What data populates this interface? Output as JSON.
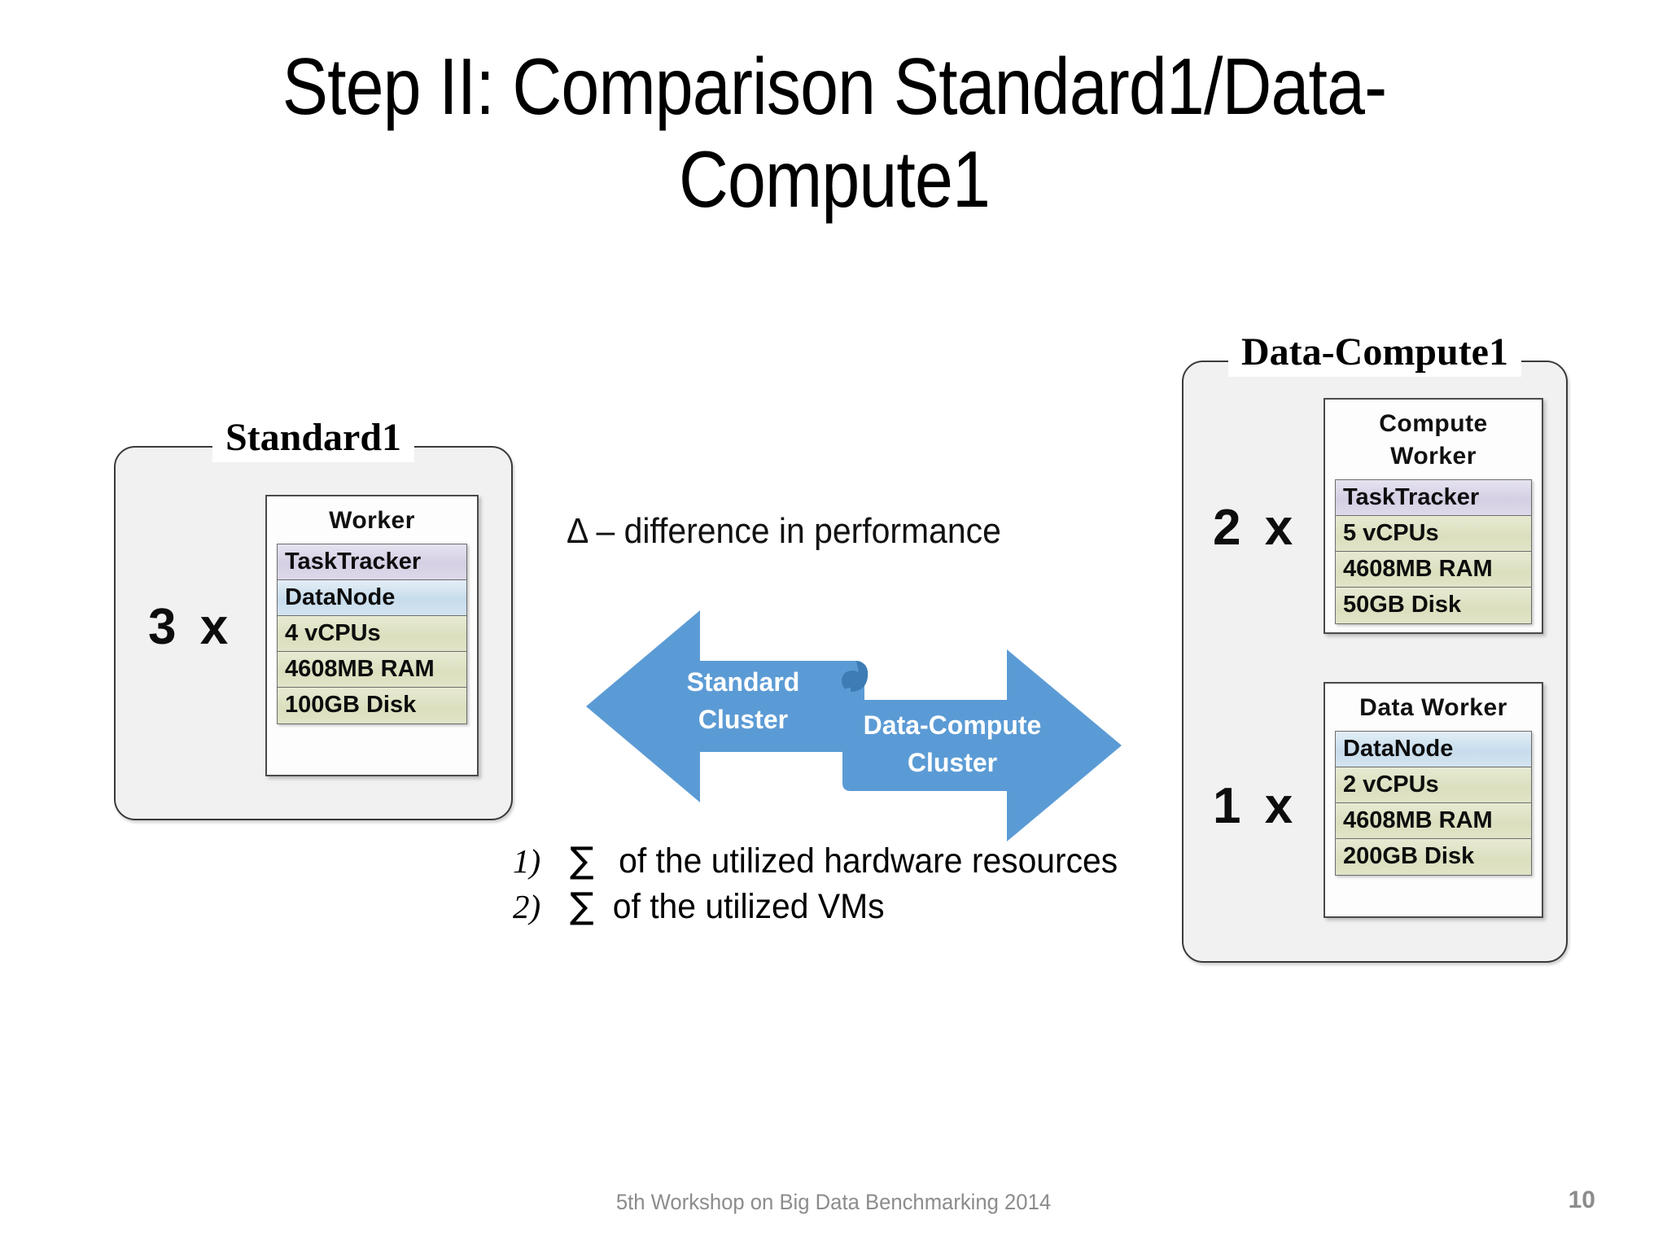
{
  "slide": {
    "title": "Step II: Comparison Standard1/Data-\nCompute1",
    "accent_blue": "#5b9bd5",
    "panel_bg": "#f1f1f1",
    "tasktracker_color": "#d5cfe4",
    "datanode_color": "#c7dcec",
    "hardware_color": "#dbdfbe"
  },
  "left_group": {
    "label": "Standard1",
    "multiplier": "3 x",
    "worker": {
      "title": "Worker",
      "rows": [
        {
          "label": "TaskTracker",
          "kind": "tasktracker"
        },
        {
          "label": "DataNode",
          "kind": "datanode"
        },
        {
          "label": "4 vCPUs",
          "kind": "hw"
        },
        {
          "label": "4608MB RAM",
          "kind": "hw"
        },
        {
          "label": "100GB Disk",
          "kind": "hw"
        }
      ]
    }
  },
  "right_group": {
    "label": "Data-Compute1",
    "workers": [
      {
        "multiplier": "2 x",
        "title": "Compute Worker",
        "rows": [
          {
            "label": "TaskTracker",
            "kind": "tasktracker"
          },
          {
            "label": "5 vCPUs",
            "kind": "hw"
          },
          {
            "label": "4608MB RAM",
            "kind": "hw"
          },
          {
            "label": "50GB Disk",
            "kind": "hw"
          }
        ]
      },
      {
        "multiplier": "1 x",
        "title": "Data Worker",
        "rows": [
          {
            "label": "DataNode",
            "kind": "datanode"
          },
          {
            "label": "2 vCPUs",
            "kind": "hw"
          },
          {
            "label": "4608MB RAM",
            "kind": "hw"
          },
          {
            "label": "200GB Disk",
            "kind": "hw"
          }
        ]
      }
    ]
  },
  "center": {
    "delta_note": "Δ – difference in performance",
    "left_arrow_label": "Standard\nCluster",
    "right_arrow_label": "Data-Compute\nCluster"
  },
  "sum_list": [
    {
      "number": "1)",
      "sigma": "∑",
      "text": "of the utilized hardware resources"
    },
    {
      "number": "2)",
      "sigma": "∑",
      "text": "of the utilized VMs"
    }
  ],
  "footer": {
    "text": "5th Workshop on Big Data Benchmarking 2014",
    "page": "10"
  }
}
